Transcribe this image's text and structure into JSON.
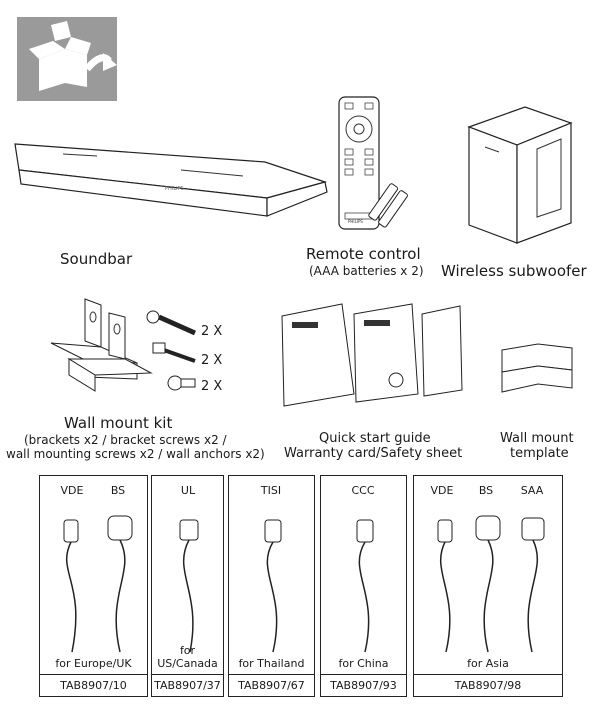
{
  "items": {
    "soundbar": "Soundbar",
    "remote": "Remote control",
    "remote_note": "(AAA batteries x 2)",
    "subwoofer": "Wireless subwoofer",
    "wall_mount_kit": "Wall mount kit",
    "wall_mount_note1": "(brackets  x2 / bracket screws x2 /",
    "wall_mount_note2": "wall mounting screws x2 / wall anchors x2)",
    "quick_start": "Quick start guide",
    "warranty": "Warranty card/Safety sheet",
    "template1": "Wall mount",
    "template2": "template",
    "qty1": "2 X",
    "qty2": "2 X",
    "qty3": "2 X",
    "soundbar_logo": "PHILIPS",
    "remote_logo": "PHILIPS"
  },
  "cables": [
    {
      "plugs": [
        "VDE",
        "BS"
      ],
      "region": "for  Europe/UK",
      "code": "TAB8907/10"
    },
    {
      "plugs": [
        "UL"
      ],
      "region": "for US/Canada",
      "code": "TAB8907/37"
    },
    {
      "plugs": [
        "TISI"
      ],
      "region": "for Thailand",
      "code": "TAB8907/67"
    },
    {
      "plugs": [
        "CCC"
      ],
      "region": "for China",
      "code": "TAB8907/93"
    },
    {
      "plugs": [
        "VDE",
        "BS",
        "SAA"
      ],
      "region": "for Asia",
      "code": "TAB8907/98"
    }
  ]
}
